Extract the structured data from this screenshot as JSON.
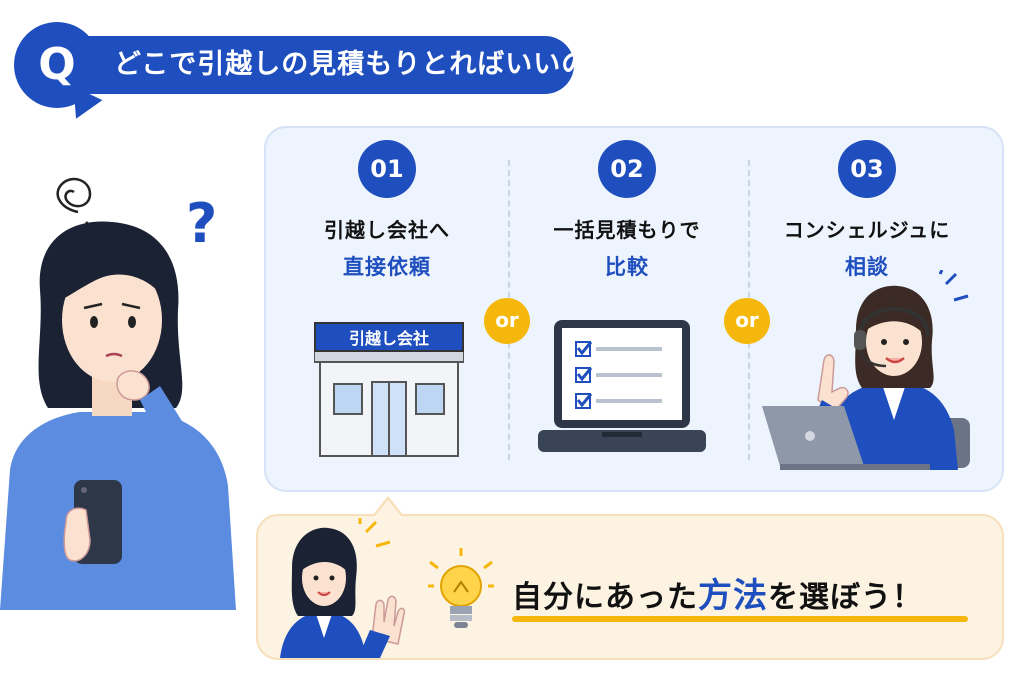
{
  "header": {
    "badge_letter": "Q",
    "question": "どこで引越しの見積もりとればいいの？"
  },
  "options": [
    {
      "number": "01",
      "line1": "引越し会社へ",
      "line2": "直接依頼",
      "illustration": "building-icon"
    },
    {
      "number": "02",
      "line1": "一括見積もりで",
      "line2": "比較",
      "illustration": "laptop-checklist-icon"
    },
    {
      "number": "03",
      "line1": "コンシェルジュに",
      "line2": "相談",
      "illustration": "concierge-operator-icon"
    }
  ],
  "or_label": "or",
  "building_sign": "引越し会社",
  "cta": {
    "part1": "自分にあった",
    "highlight": "方法",
    "part2": "を選ぼう！"
  },
  "colors": {
    "brand_blue": "#1f4fbf",
    "accent_yellow": "#f5b70c",
    "panel_blue": "#eef4fd",
    "panel_cream": "#fdf3e2"
  }
}
